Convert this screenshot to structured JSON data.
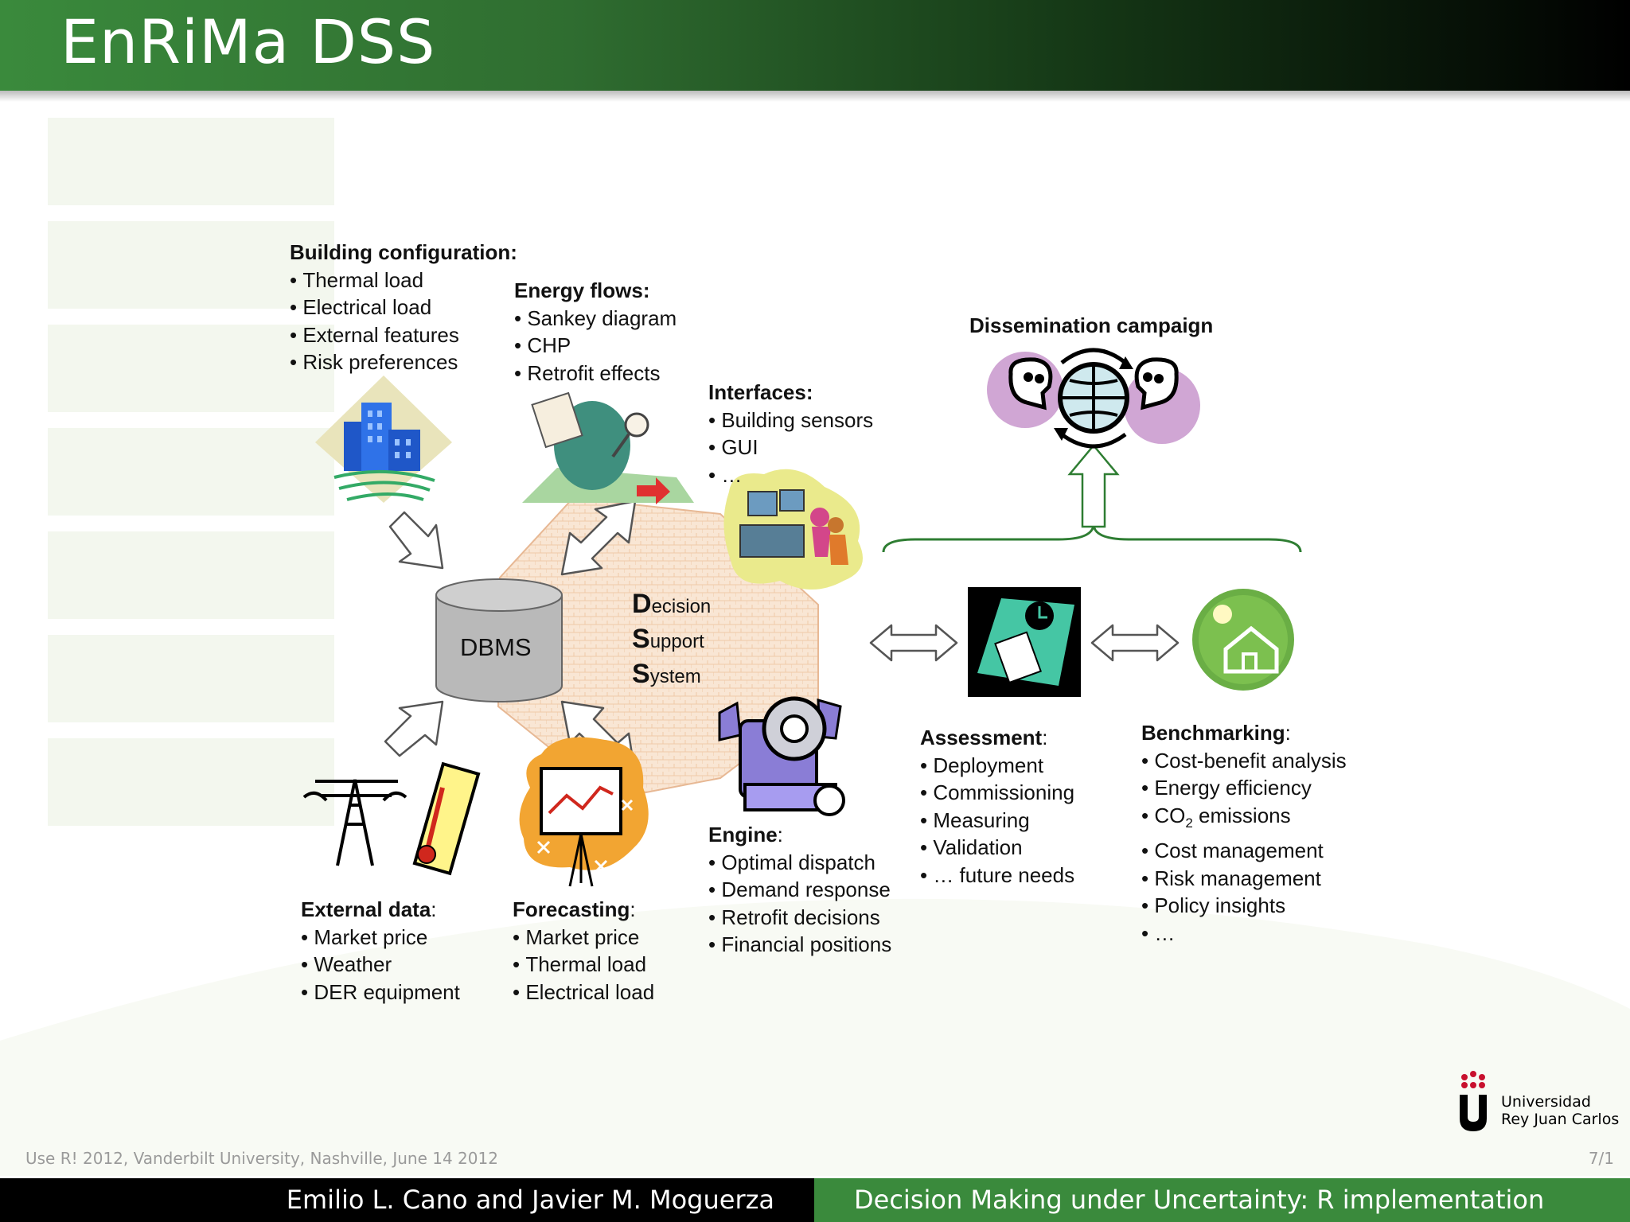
{
  "slide": {
    "title": "EnRiMa DSS"
  },
  "diagram": {
    "building": {
      "heading": "Building configuration:",
      "items": [
        "Thermal load",
        "Electrical load",
        "External features",
        "Risk preferences"
      ]
    },
    "energy": {
      "heading": "Energy flows:",
      "items": [
        "Sankey diagram",
        "CHP",
        "Retrofit effects"
      ]
    },
    "interfaces": {
      "heading": "Interfaces:",
      "items": [
        "Building sensors",
        "GUI",
        "…"
      ]
    },
    "dissemination": {
      "heading": "Dissemination campaign"
    },
    "dbms": {
      "label": "DBMS"
    },
    "dss": {
      "d_big": "D",
      "d_small": "ecision",
      "s_big": "S",
      "s_small": "upport",
      "y_big": "S",
      "y_small": "ystem"
    },
    "external": {
      "heading": "External data",
      "colon": ":",
      "items": [
        "Market price",
        "Weather",
        "DER equipment"
      ]
    },
    "forecasting": {
      "heading": "Forecasting",
      "colon": ":",
      "items": [
        "Market price",
        "Thermal load",
        "Electrical load"
      ]
    },
    "engine": {
      "heading": "Engine",
      "colon": ":",
      "items": [
        "Optimal dispatch",
        "Demand response",
        "Retrofit decisions",
        "Financial positions"
      ]
    },
    "assessment": {
      "heading": "Assessment",
      "colon": ":",
      "items": [
        "Deployment",
        "Commissioning",
        "Measuring",
        "Validation",
        "… future needs"
      ]
    },
    "benchmarking": {
      "heading": "Benchmarking",
      "colon": ":",
      "items": [
        "Cost-benefit analysis",
        "Energy efficiency",
        "emissions",
        "Cost management",
        "Risk management",
        "Policy insights",
        "…"
      ],
      "co2_prefix": "CO",
      "co2_sub": "2"
    }
  },
  "footer": {
    "event": "Use R! 2012, Vanderbilt University, Nashville, June 14 2012",
    "page": "7/1",
    "authors": "Emilio L. Cano and Javier M. Moguerza",
    "talk": "Decision Making under Uncertainty: R implementation"
  },
  "logo": {
    "line1": "Universidad",
    "line2": "Rey Juan Carlos"
  },
  "colors": {
    "green": "#3a8a3c",
    "dark": "#000000",
    "hexagon": "#f6dcc4",
    "dbms_gray": "#b9b9b9"
  }
}
